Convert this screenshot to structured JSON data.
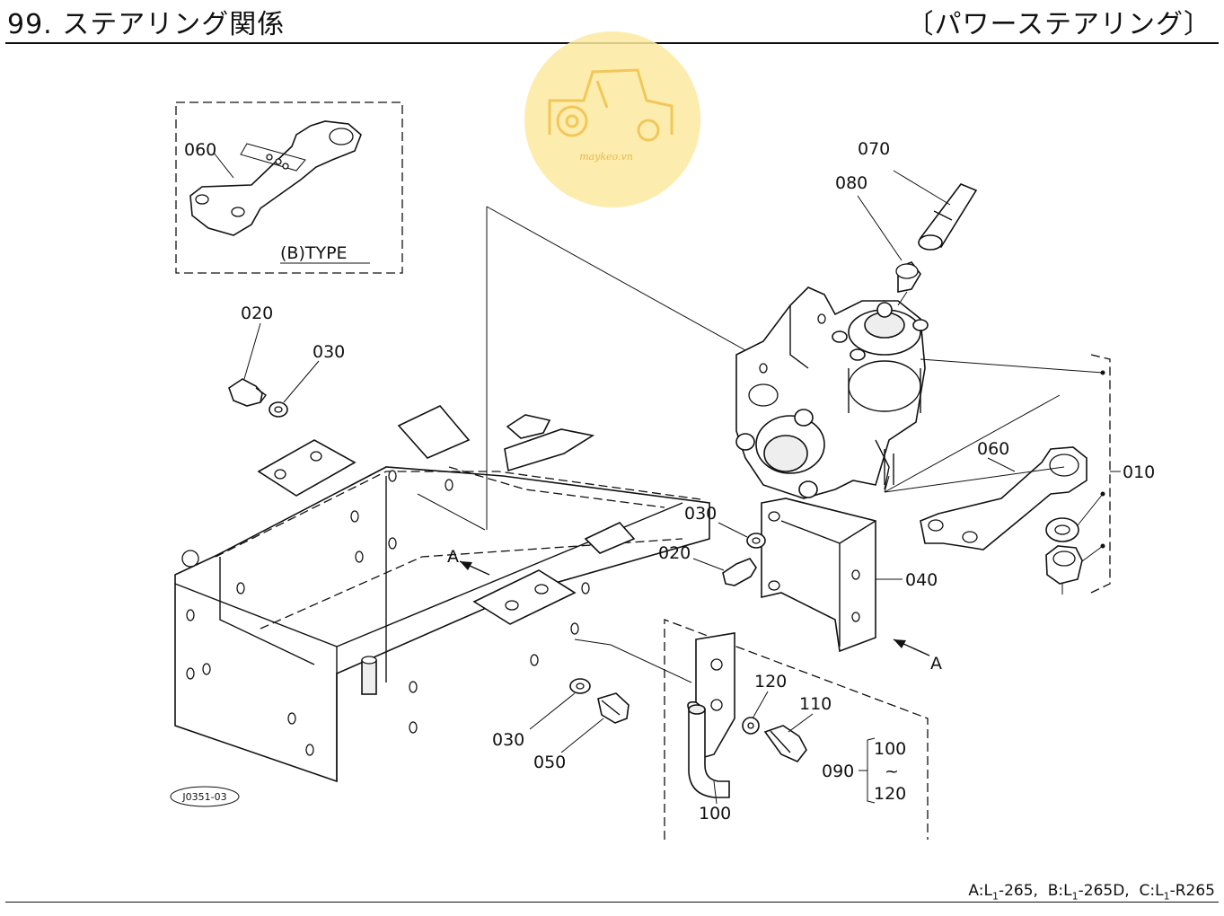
{
  "header": {
    "title": "99. ステアリング関係",
    "subtitle": "〔パワーステアリング〕"
  },
  "footer": {
    "A": "A:L",
    "A_sub": "1",
    "A_rest": "-265,",
    "B": "B:L",
    "B_sub": "1",
    "B_rest": "-265D,",
    "C": "C:L",
    "C_sub": "1",
    "C_rest": "-R265"
  },
  "watermark": {
    "text": "maykeo.vn",
    "color": "#fbeaa0"
  },
  "inset": {
    "type_label": "(B)TYPE"
  },
  "drawing_code": "J0351-03",
  "arrow_label": "A",
  "callouts": {
    "c060_inset": "060",
    "c070": "070",
    "c080": "080",
    "c020_top": "020",
    "c030_top": "030",
    "c060": "060",
    "c010": "010",
    "c030_mid": "030",
    "c020_mid": "020",
    "c040": "040",
    "c120": "120",
    "c110": "110",
    "c030_bot": "030",
    "c050": "050",
    "c100": "100",
    "c090": "090",
    "c090_from": "100",
    "c090_tilde": "~",
    "c090_to": "120"
  }
}
